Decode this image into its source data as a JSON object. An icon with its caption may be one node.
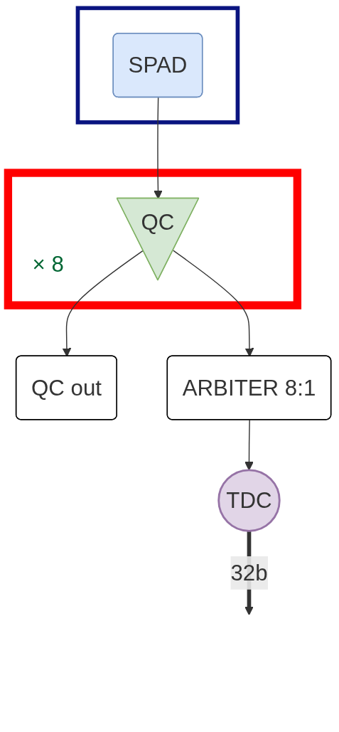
{
  "diagram": {
    "nodes": [
      {
        "text": [],
        "shape": "box"
      },
      {
        "text": [
          "SPAD"
        ],
        "in": 0
      },
      {
        "text": [
          "× 8"
        ]
      },
      {
        "text": [
          "QC"
        ],
        "in": 2
      },
      {
        "text": [
          "QC out"
        ]
      },
      {
        "text": [
          "ARBITER 8:1"
        ]
      },
      {
        "text": [
          "TDC"
        ]
      }
    ],
    "edges": [
      {
        "from": 1,
        "to": 3,
        "arrow": "to"
      },
      {
        "from": 3,
        "to": 4,
        "arrow": "to"
      },
      {
        "from": 3,
        "to": 5,
        "arrow": "to"
      },
      {
        "from": 5,
        "to": 6,
        "arrow": "to"
      },
      {
        "from": 6,
        "to": null,
        "label": "32b",
        "arrow": "to",
        "style": "thick"
      }
    ]
  }
}
